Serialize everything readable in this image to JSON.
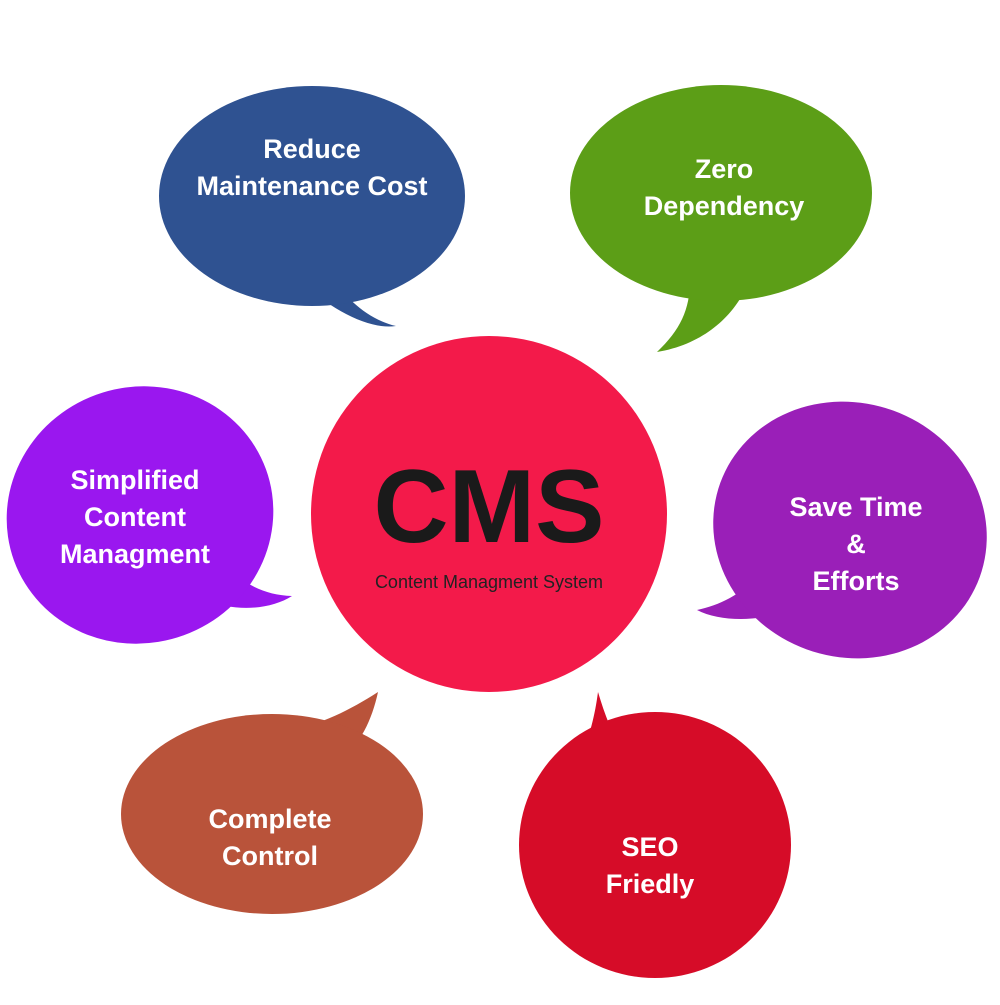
{
  "center": {
    "title": "CMS",
    "subtitle": "Content Managment System",
    "color": "#f31a4a"
  },
  "bubbles": [
    {
      "lines": [
        "Reduce",
        "Maintenance Cost"
      ],
      "color": "#2f5291"
    },
    {
      "lines": [
        "Zero",
        "Dependency"
      ],
      "color": "#5c9e17"
    },
    {
      "lines": [
        "Simplified",
        "Content",
        "Managment"
      ],
      "color": "#9a17ef"
    },
    {
      "lines": [
        "Save Time",
        "&",
        "Efforts"
      ],
      "color": "#9a1fb8"
    },
    {
      "lines": [
        "Complete",
        "Control"
      ],
      "color": "#b9533a"
    },
    {
      "lines": [
        "SEO",
        "Friedly"
      ],
      "color": "#d60c28"
    }
  ]
}
